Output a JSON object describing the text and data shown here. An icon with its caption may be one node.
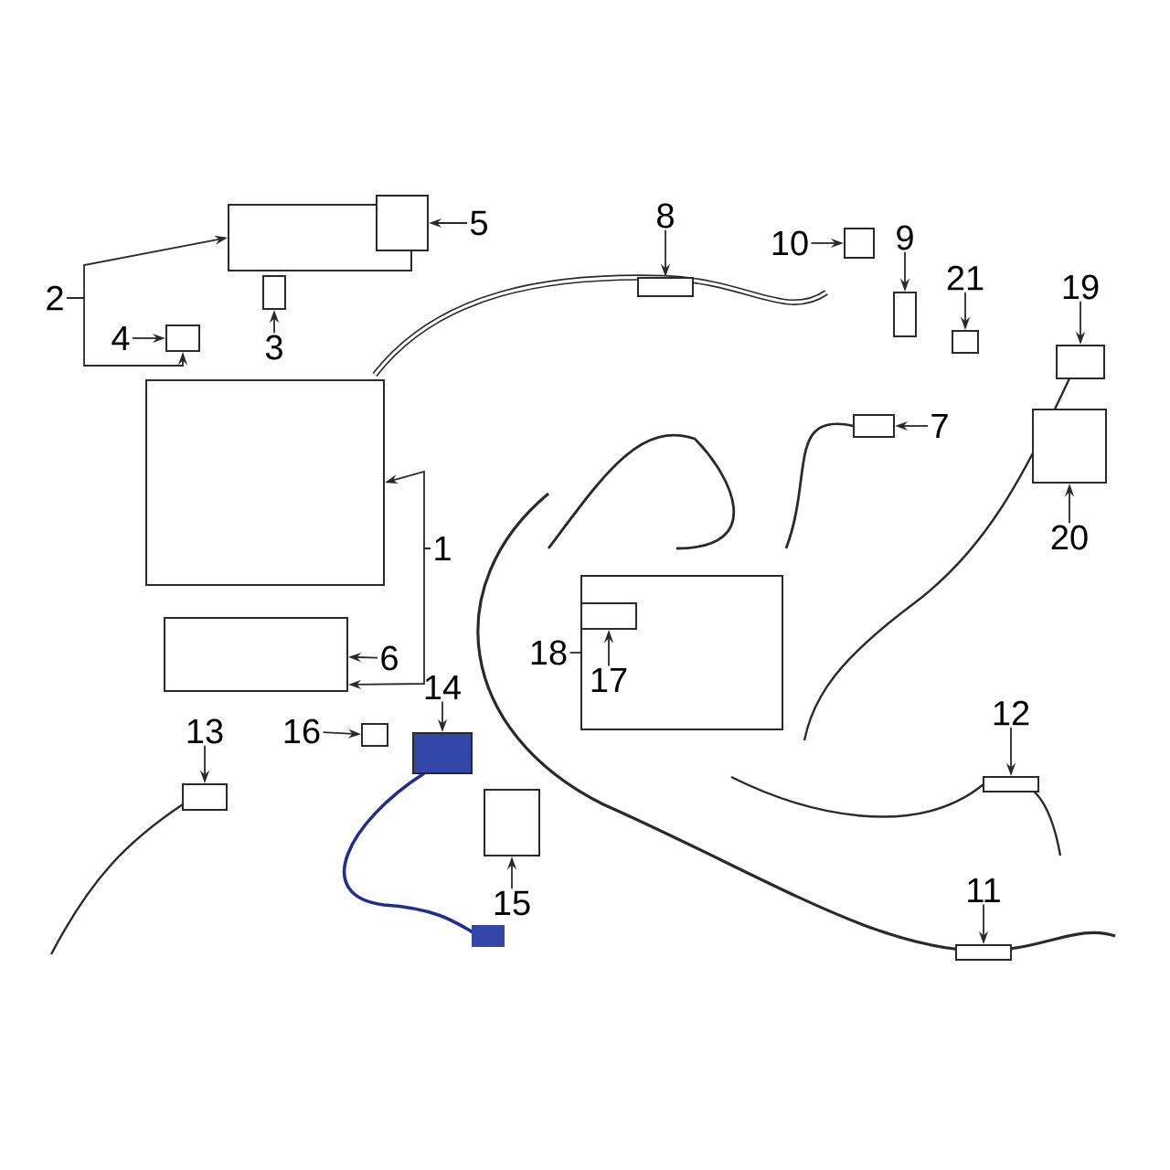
{
  "diagram": {
    "nodes": [
      {
        "text": [],
        "shape": "box"
      },
      {
        "text": [
          "1"
        ]
      },
      {
        "text": [
          "2"
        ]
      },
      {
        "text": [
          "3"
        ]
      },
      {
        "text": [
          "4"
        ]
      },
      {
        "text": [
          "5"
        ]
      },
      {
        "text": [
          "6"
        ]
      },
      {
        "text": [
          "7"
        ]
      },
      {
        "text": [
          "8"
        ]
      },
      {
        "text": [
          "9"
        ]
      },
      {
        "text": [
          "10"
        ]
      },
      {
        "text": [
          "11"
        ]
      },
      {
        "text": [
          "12"
        ]
      },
      {
        "text": [
          "13"
        ]
      },
      {
        "text": [
          "14"
        ]
      },
      {
        "text": [
          "15"
        ]
      },
      {
        "text": [
          "16"
        ]
      },
      {
        "text": [
          "17"
        ],
        "in": 0
      },
      {
        "text": [
          "18"
        ]
      },
      {
        "text": [
          "19"
        ]
      },
      {
        "text": [
          "20"
        ]
      },
      {
        "text": [
          "21"
        ]
      },
      {
        "text": [],
        "shape": "box"
      },
      {
        "text": [],
        "shape": "box"
      },
      {
        "text": [],
        "shape": "box"
      },
      {
        "text": [],
        "shape": "box"
      },
      {
        "text": [],
        "shape": "box"
      },
      {
        "text": [],
        "shape": "box"
      },
      {
        "text": [],
        "shape": "box"
      },
      {
        "text": [],
        "shape": "box"
      },
      {
        "text": [],
        "shape": "box"
      },
      {
        "text": [],
        "shape": "box"
      },
      {
        "text": [],
        "shape": "box"
      },
      {
        "text": [],
        "shape": "box"
      },
      {
        "text": [],
        "shape": "box"
      },
      {
        "text": [],
        "shape": "box"
      },
      {
        "text": [],
        "shape": "box"
      },
      {
        "text": [],
        "shape": "box"
      },
      {
        "text": [],
        "shape": "box",
        "in": 0
      },
      {
        "text": [],
        "shape": "box"
      },
      {
        "text": [],
        "shape": "box"
      },
      {
        "text": [],
        "shape": "box"
      }
    ],
    "edges": [
      {
        "from": 1,
        "to": 22,
        "arrow": "to"
      },
      {
        "from": 2,
        "to": 23,
        "arrow": "to"
      },
      {
        "from": 3,
        "to": 24,
        "arrow": "to"
      },
      {
        "from": 4,
        "to": 25,
        "arrow": "to"
      },
      {
        "from": 5,
        "to": 26,
        "arrow": "to"
      },
      {
        "from": 6,
        "to": 27,
        "arrow": "to"
      },
      {
        "from": 7,
        "to": 28,
        "arrow": "to"
      },
      {
        "from": 8,
        "to": 29,
        "arrow": "to"
      },
      {
        "from": 9,
        "to": 30,
        "arrow": "to"
      },
      {
        "from": 10,
        "to": 31,
        "arrow": "to"
      },
      {
        "from": 11,
        "to": 32,
        "arrow": "to"
      },
      {
        "from": 12,
        "to": 33,
        "arrow": "to"
      },
      {
        "from": 13,
        "to": 34,
        "arrow": "to"
      },
      {
        "from": 14,
        "to": 35,
        "arrow": "to"
      },
      {
        "from": 15,
        "to": 36,
        "arrow": "to"
      },
      {
        "from": 16,
        "to": 37,
        "arrow": "to"
      },
      {
        "from": 17,
        "to": 38,
        "arrow": "to"
      },
      {
        "from": 18,
        "to": 0,
        "arrow": "none"
      },
      {
        "from": 19,
        "to": 39,
        "arrow": "to"
      },
      {
        "from": 20,
        "to": 40,
        "arrow": "to"
      },
      {
        "from": 21,
        "to": 41,
        "arrow": "to"
      },
      {
        "from": 1,
        "to": 27,
        "arrow": "to"
      },
      {
        "from": 2,
        "to": 25,
        "arrow": "to"
      }
    ]
  }
}
